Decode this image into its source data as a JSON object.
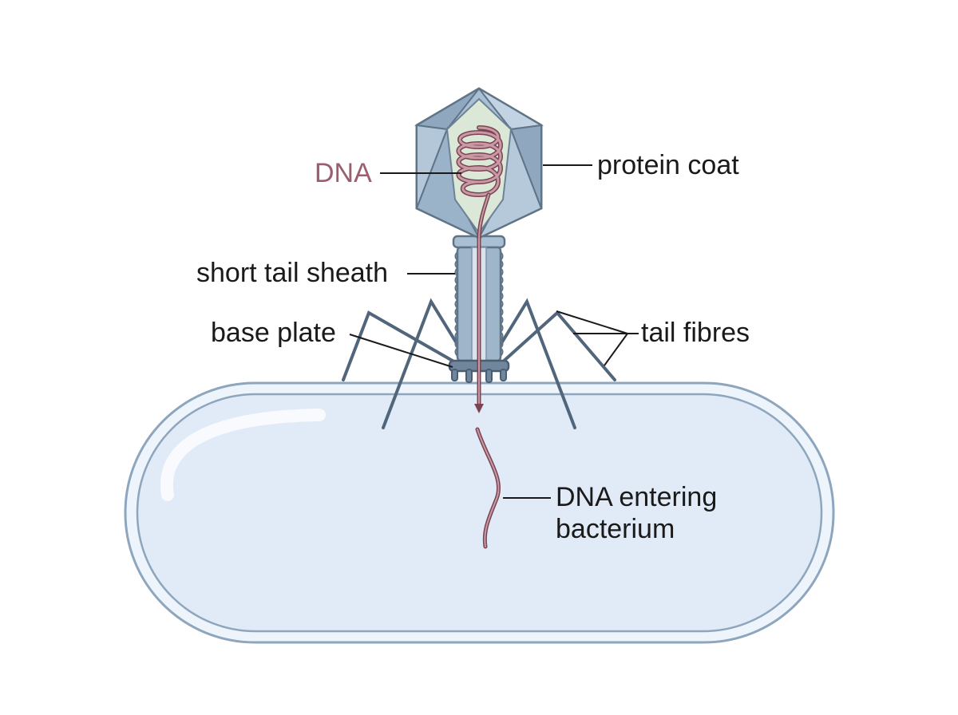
{
  "labels": {
    "dna": "DNA",
    "protein_coat": "protein coat",
    "short_tail_sheath": "short tail sheath",
    "base_plate": "base plate",
    "tail_fibres": "tail fibres",
    "dna_entering_line1": "DNA entering",
    "dna_entering_line2": "bacterium"
  },
  "colors": {
    "outline": "#5f7487",
    "head_fill": "#a9bfd3",
    "head_inner": "#dbe8d8",
    "dna": "#9b5e6e",
    "cell_fill": "#e3edf8",
    "cell_outline": "#8ea6bd",
    "leader": "#1a1a1a"
  }
}
